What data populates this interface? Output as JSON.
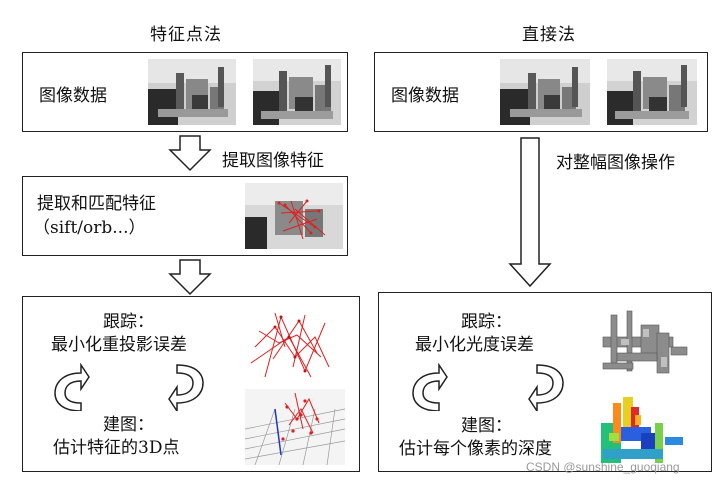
{
  "left": {
    "title": "特征点法",
    "box1_label": "图像数据",
    "arrow1_label": "提取图像特征",
    "box2_line1": "提取和匹配特征",
    "box2_line2": "（sift/orb...）",
    "tracking_line1": "跟踪：",
    "tracking_line2": "最小化重投影误差",
    "mapping_line1": "建图：",
    "mapping_line2": "估计特征的3D点"
  },
  "right": {
    "title": "直接法",
    "box1_label": "图像数据",
    "arrow_label": "对整幅图像操作",
    "tracking_line1": "跟踪：",
    "tracking_line2": "最小化光度误差",
    "mapping_line1": "建图：",
    "mapping_line2": "估计每个像素的深度"
  },
  "watermark": "CSDN @sunshine_guoqiang"
}
